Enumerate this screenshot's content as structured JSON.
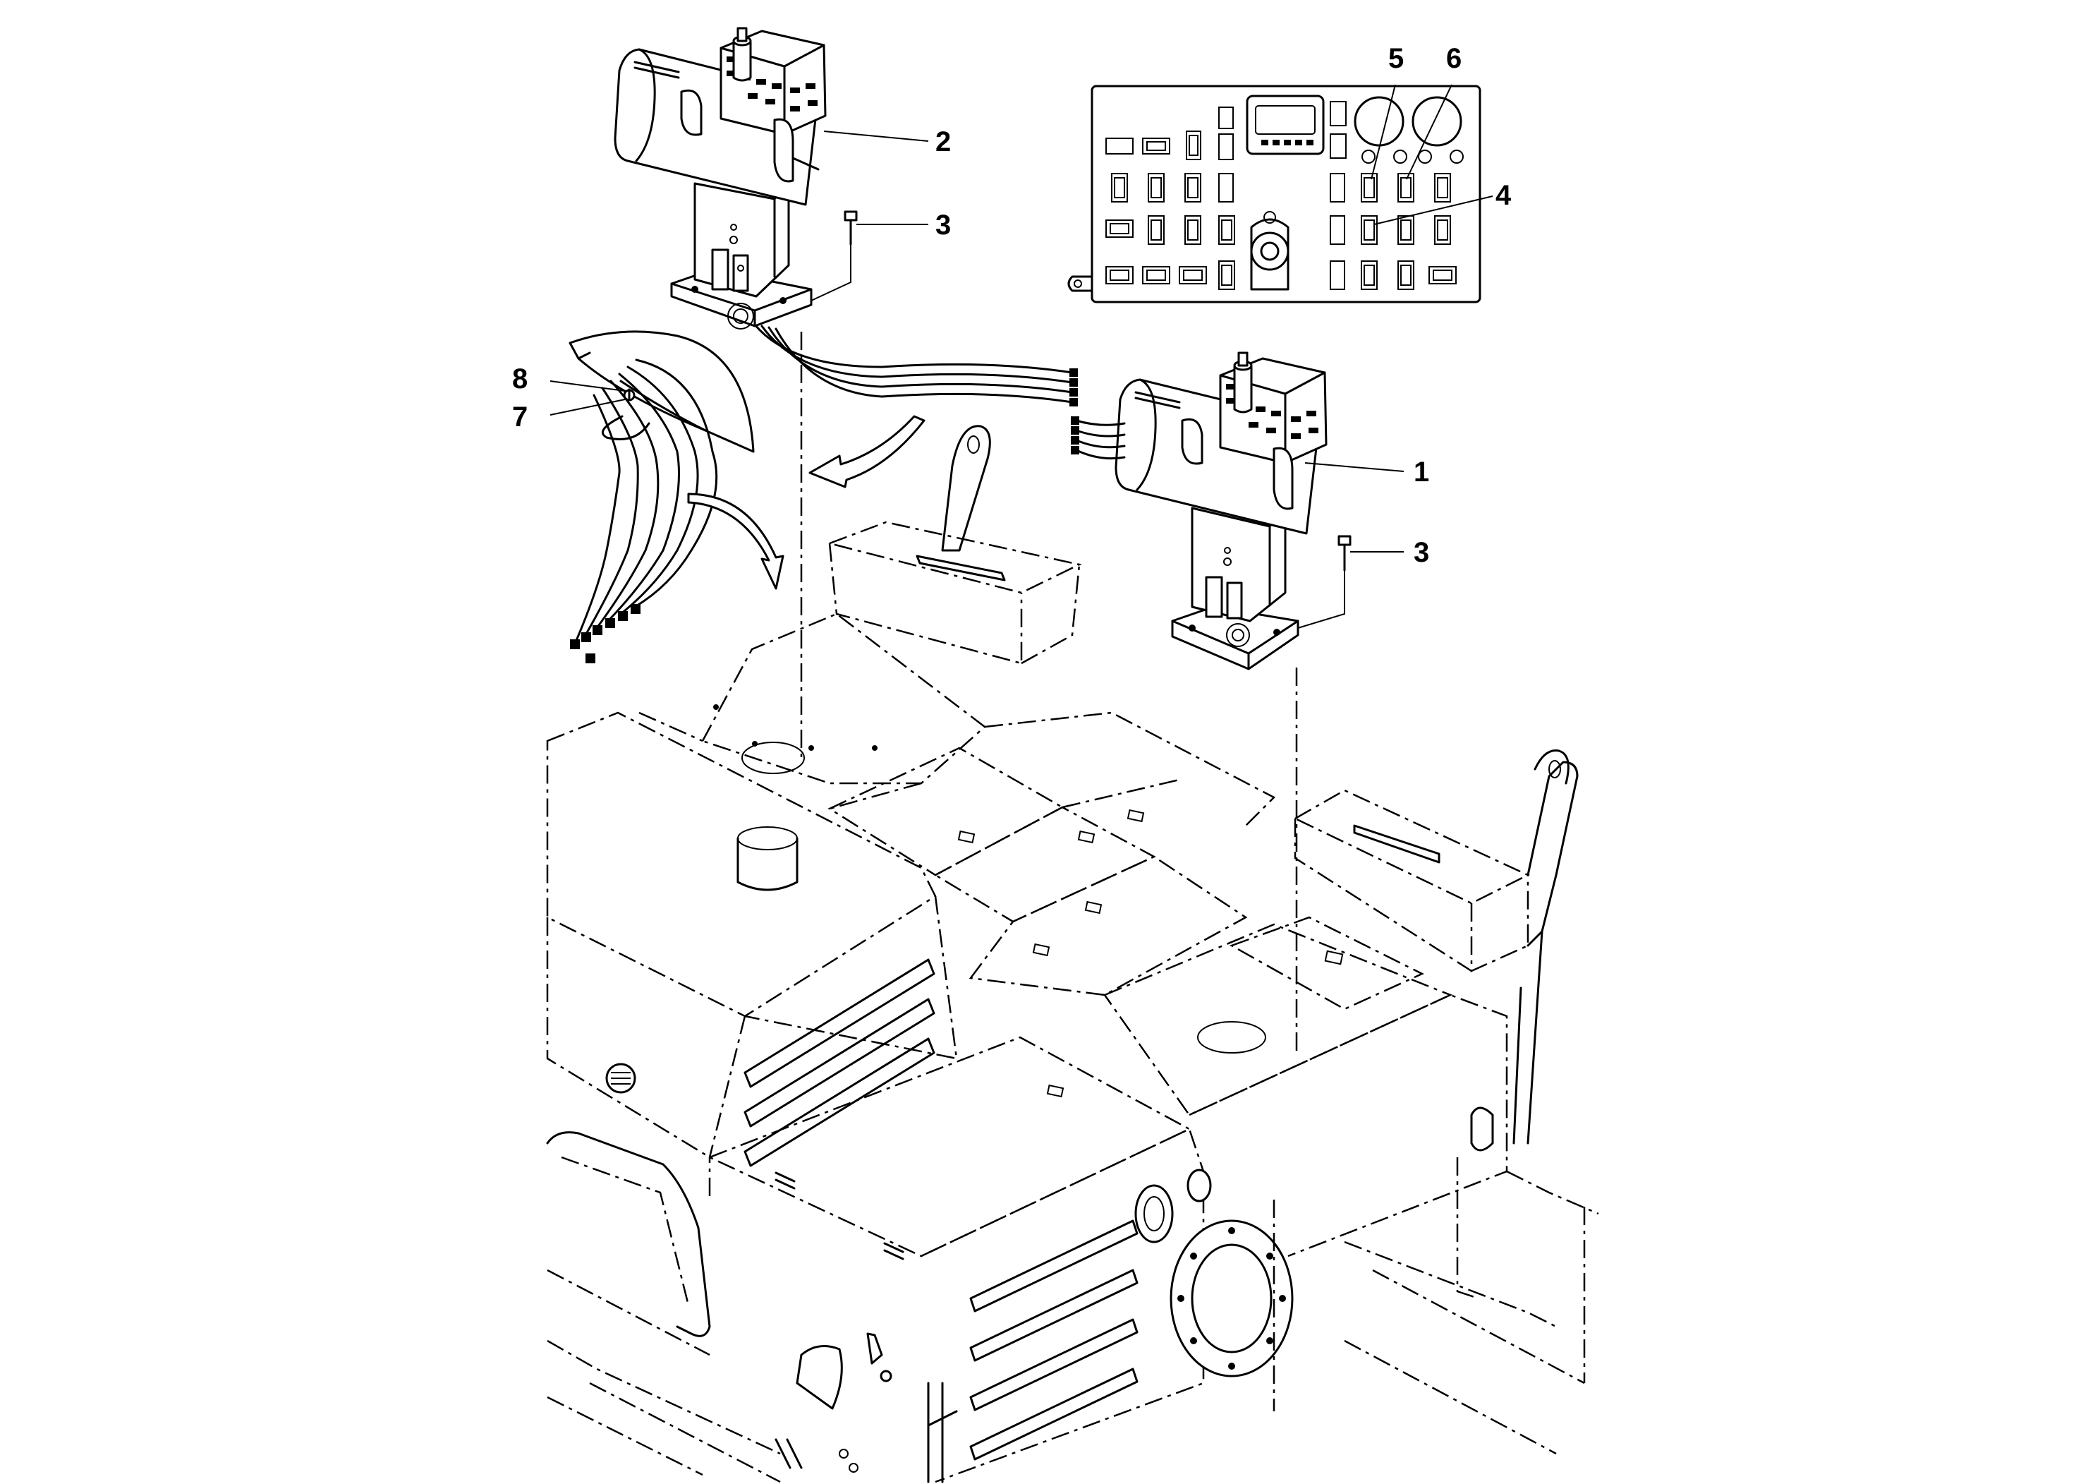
{
  "callouts": [
    {
      "id": "1",
      "label": "1"
    },
    {
      "id": "2",
      "label": "2"
    },
    {
      "id": "3a",
      "label": "3"
    },
    {
      "id": "3b",
      "label": "3"
    },
    {
      "id": "4",
      "label": "4"
    },
    {
      "id": "5",
      "label": "5"
    },
    {
      "id": "6",
      "label": "6"
    },
    {
      "id": "7",
      "label": "7"
    },
    {
      "id": "8",
      "label": "8"
    }
  ]
}
